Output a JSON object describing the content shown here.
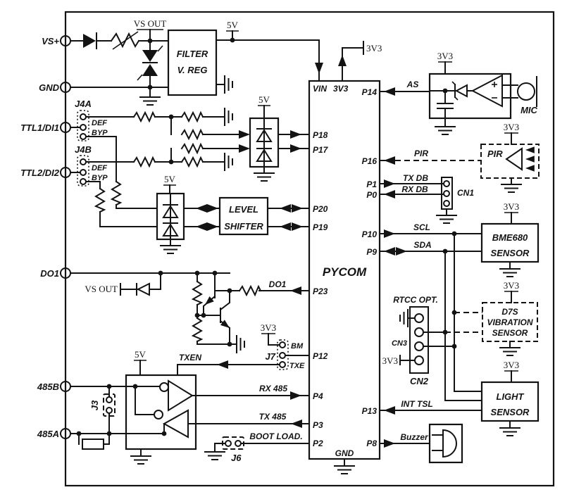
{
  "power": {
    "v5": "5V",
    "v3": "3V3",
    "vsout": "VS OUT"
  },
  "terminals": {
    "vsp": "VS+",
    "gnd": "GND",
    "ttl1": "TTL1/DI1",
    "ttl2": "TTL2/DI2",
    "do1": "DO1",
    "b485": "485B",
    "a485": "485A"
  },
  "chip": {
    "name": "PYCOM",
    "vin": "VIN",
    "v3": "3V3",
    "gnd": "GND",
    "left": [
      "P18",
      "P17",
      "P20",
      "P19",
      "P23",
      "P12",
      "P4",
      "P3",
      "P2"
    ],
    "right": [
      "P14",
      "P16",
      "P1",
      "P0",
      "P10",
      "P9",
      "P13",
      "P8"
    ]
  },
  "blocks": {
    "filter1": "FILTER",
    "filter2": "V. REG",
    "level1": "LEVEL",
    "level2": "SHIFTER",
    "bme1": "BME680",
    "bme2": "SENSOR",
    "d7s1": "D7S",
    "d7s2": "VIBRATION",
    "d7s3": "SENSOR",
    "light1": "LIGHT",
    "light2": "SENSOR",
    "mic": "MIC",
    "pir": "PIR"
  },
  "signals": {
    "as": "AS",
    "pir": "PIR",
    "txdb": "TX DB",
    "rxdb": "RX DB",
    "scl": "SCL",
    "sda": "SDA",
    "do1": "DO1",
    "txen": "TXEN",
    "rx485": "RX 485",
    "tx485": "TX 485",
    "boot": "BOOT LOAD.",
    "inttsl": "INT TSL",
    "buzzer": "Buzzer"
  },
  "jumpers": {
    "j3": "J3",
    "j4a": "J4A",
    "j4b": "J4B",
    "j6": "J6",
    "j7": "J7",
    "def": "DEF",
    "byp": "BYP",
    "bm": "BM",
    "txe": "TXE"
  },
  "connectors": {
    "cn1": "CN1",
    "cn2": "CN2",
    "cn3": "CN3",
    "rtcc": "RTCC OPT."
  }
}
